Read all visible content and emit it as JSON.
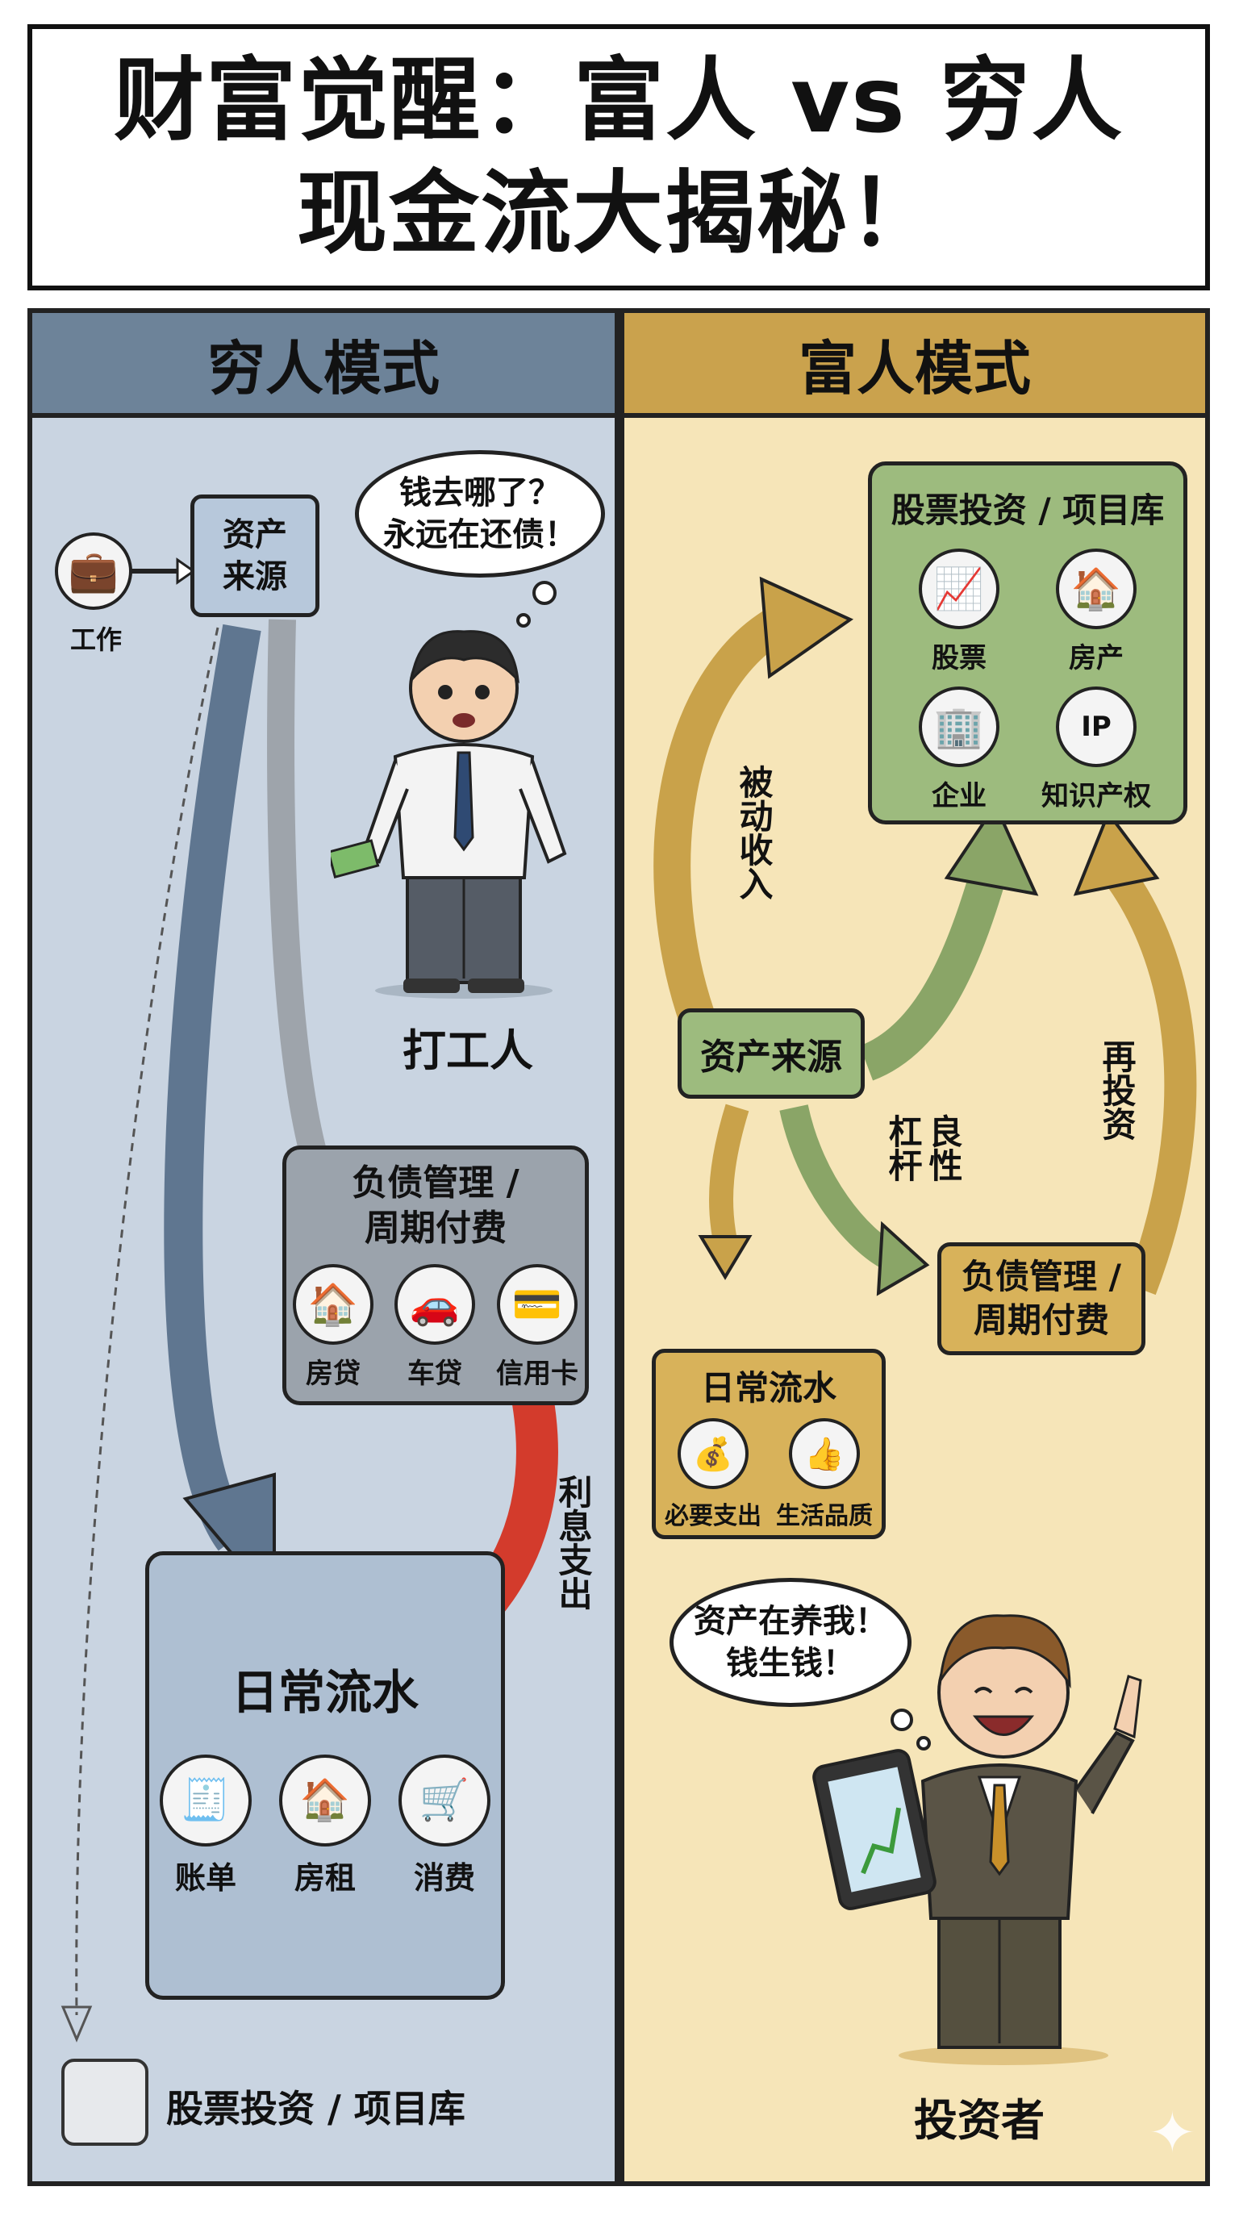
{
  "title": {
    "line1": "财富觉醒：富人 vs 穷人",
    "line2": "现金流大揭秘！"
  },
  "left": {
    "header": "穷人模式",
    "job": {
      "label": "工作",
      "icon": "briefcase-icon"
    },
    "asset_source": {
      "line1": "资产",
      "line2": "来源"
    },
    "thought": {
      "line1": "钱去哪了？",
      "line2": "永远在还债！"
    },
    "figure_caption": "打工人",
    "liability": {
      "line1": "负债管理 /",
      "line2": "周期付费",
      "items": [
        {
          "label": "房贷",
          "icon": "house-icon"
        },
        {
          "label": "车贷",
          "icon": "car-icon"
        },
        {
          "label": "信用卡",
          "icon": "credit-card-icon"
        }
      ]
    },
    "interest_label": "利息支出",
    "daily": {
      "title": "日常流水",
      "items": [
        {
          "label": "账单",
          "icon": "bill-icon"
        },
        {
          "label": "房租",
          "icon": "house-icon"
        },
        {
          "label": "消费",
          "icon": "cart-icon"
        }
      ]
    },
    "stock_label": "股票投资 / 项目库"
  },
  "right": {
    "header": "富人模式",
    "stock_box": {
      "title": "股票投资 / 项目库",
      "items": [
        {
          "label": "股票",
          "icon": "stock-chart-icon"
        },
        {
          "label": "房产",
          "icon": "house-icon"
        },
        {
          "label": "企业",
          "icon": "building-icon"
        },
        {
          "label": "知识产权",
          "icon": "ip-icon"
        }
      ]
    },
    "passive_income": "被动收入",
    "asset_source": "资产来源",
    "good_leverage": "良性杠杆",
    "reinvest": "再投资",
    "liability": {
      "line1": "负债管理 /",
      "line2": "周期付费"
    },
    "daily": {
      "title": "日常流水",
      "items": [
        {
          "label": "必要支出",
          "icon": "money-bag-icon"
        },
        {
          "label": "生活品质",
          "icon": "thumbs-up-icon"
        }
      ]
    },
    "thought": {
      "line1": "资产在养我！",
      "line2": "钱生钱！"
    },
    "figure_caption": "投资者"
  },
  "colors": {
    "poor_bg": "#c9d4e1",
    "poor_header": "#6d8399",
    "rich_bg": "#f6e5b8",
    "rich_header": "#caa24d",
    "flow_blue": "#5f7690",
    "flow_gray": "#9ea4ab",
    "flow_red": "#d33b2c",
    "flow_gold": "#c9a24a",
    "flow_green": "#8aa567"
  }
}
